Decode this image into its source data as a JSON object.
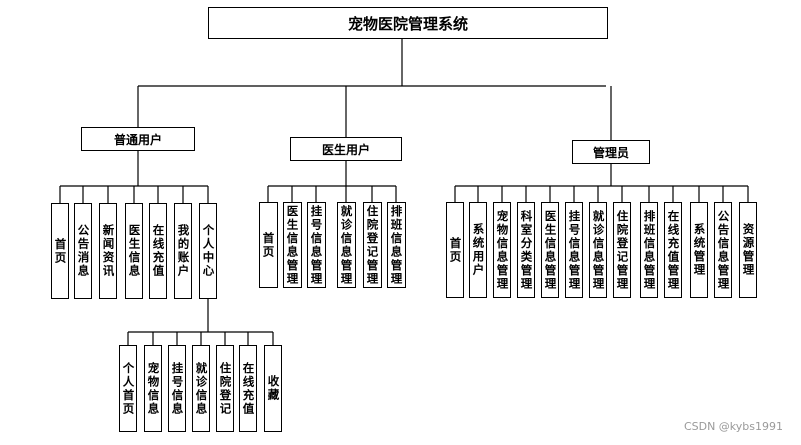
{
  "title": "宠物医院管理系统",
  "groups": [
    {
      "label": "普通用户",
      "items": [
        "首页",
        "公告消息",
        "新闻资讯",
        "医生信息",
        "在线充值",
        "我的账户",
        "个人中心"
      ]
    },
    {
      "label": "医生用户",
      "items": [
        "首页",
        "医生信息管理",
        "挂号信息管理",
        "就诊信息管理",
        "住院登记管理",
        "排班信息管理"
      ]
    },
    {
      "label": "管理员",
      "items": [
        "首页",
        "系统用户",
        "宠物信息管理",
        "科室分类管理",
        "医生信息管理",
        "挂号信息管理",
        "就诊信息管理",
        "住院登记管理",
        "排班信息管理",
        "在线充值管理",
        "系统管理",
        "公告信息管理",
        "资源管理"
      ]
    }
  ],
  "personal_center_items": [
    "个人首页",
    "宠物信息",
    "挂号信息",
    "就诊信息",
    "住院登记",
    "在线充值",
    "收藏"
  ],
  "watermark": "CSDN @kybs1991"
}
